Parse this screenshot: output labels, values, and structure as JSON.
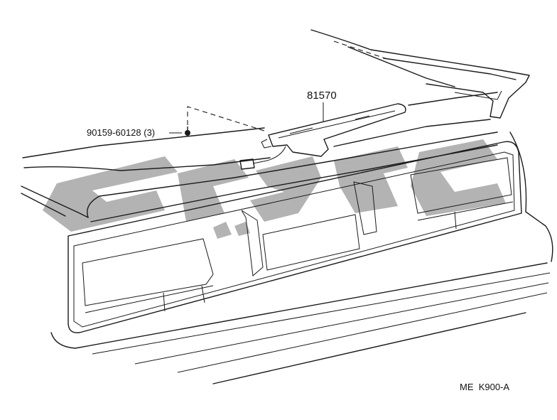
{
  "diagram": {
    "part_labels": {
      "stop_lamp": "81570",
      "screw": "90159-60128 (3)"
    },
    "figure_code": "ME  K900-A"
  }
}
